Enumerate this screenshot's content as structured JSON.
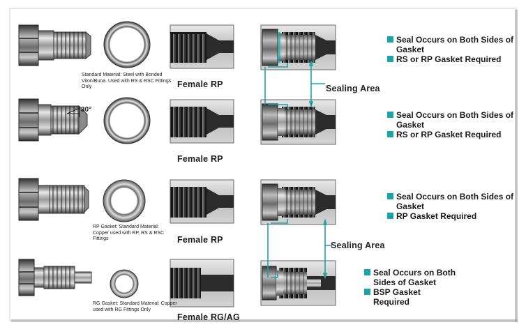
{
  "colors": {
    "teal": "#1aa3a8",
    "steel_dark": "#3a3a3a",
    "steel_light": "#d8d8d8",
    "background": "#ffffff"
  },
  "angle_label": "30°",
  "rows": [
    {
      "gasket_note": "Standard Material: Steel with Bonded Viton/Buna. Used with RS & RSC Fittings Only",
      "female_label": "Female RP",
      "notes": [
        "Seal Occurs on Both Sides of",
        "Gasket",
        "RS or RP Gasket Required"
      ]
    },
    {
      "gasket_note": "",
      "female_label": "Female RP",
      "notes": [
        "Seal Occurs on Both Sides of",
        "Gasket",
        "RS or RP Gasket Required"
      ]
    },
    {
      "gasket_note": "RP Gasket: Standard Material: Copper used with RP, RS & RSC Fittings",
      "female_label": "Female RP",
      "notes": [
        "Seal Occurs on Both Sides of",
        "Gasket",
        "RP Gasket Required"
      ]
    },
    {
      "gasket_note": "RG Gasket: Standard Material: Copper used with RG Fittings Only",
      "female_label": "Female RG/AG",
      "notes": [
        "Seal Occurs on Both",
        "Sides of Gasket",
        "BSP Gasket",
        "Required"
      ]
    }
  ],
  "sealing_area_labels": [
    "Sealing Area",
    "Sealing Area"
  ]
}
